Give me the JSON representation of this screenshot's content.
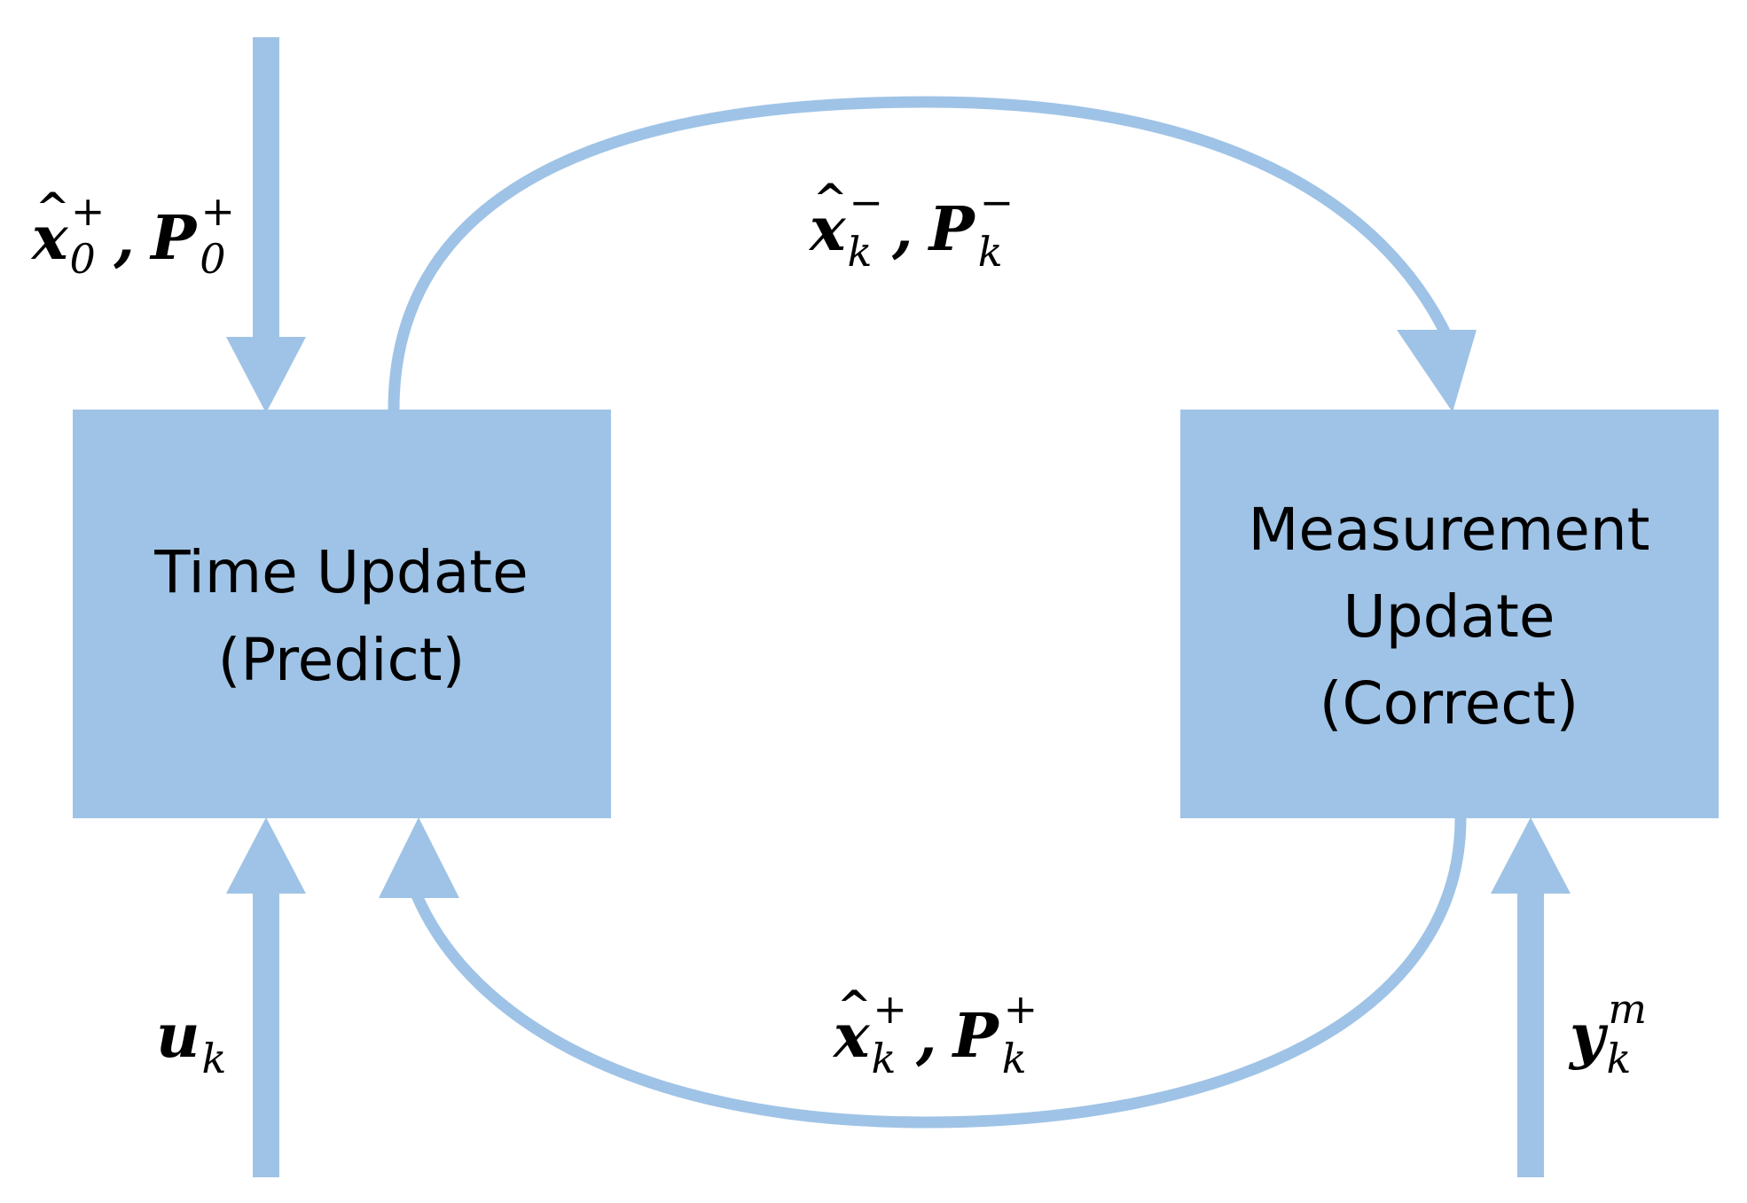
{
  "colors": {
    "accent": "#9fc3e6",
    "text": "#000000",
    "background": "#ffffff"
  },
  "boxes": {
    "time_update": {
      "line1": "Time Update",
      "line2": "(Predict)"
    },
    "measurement_update": {
      "line1": "Measurement",
      "line2": "Update",
      "line3": "(Correct)"
    }
  },
  "labels": {
    "initial": {
      "x_base": "x",
      "x_sub": "0",
      "x_sup": "+",
      "sep": ",",
      "p_base": "P",
      "p_sub": "0",
      "p_sup": "+"
    },
    "prior": {
      "x_base": "x",
      "x_sub": "k",
      "x_sup": "−",
      "sep": ",",
      "p_base": "P",
      "p_sub": "k",
      "p_sup": "−"
    },
    "posterior": {
      "x_base": "x",
      "x_sub": "k",
      "x_sup": "+",
      "sep": ",",
      "p_base": "P",
      "p_sub": "k",
      "p_sup": "+"
    },
    "input": {
      "base": "u",
      "sub": "k"
    },
    "measurement": {
      "base": "y",
      "sub": "k",
      "sup": "m"
    },
    "hat": "^"
  }
}
